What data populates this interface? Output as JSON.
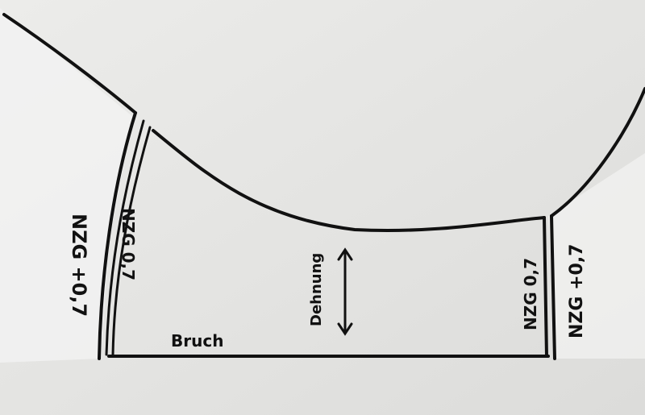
{
  "labels": {
    "left_outer": "NZG +0,7",
    "left_inner": "NZG 0,7",
    "right_inner": "NZG 0,7",
    "right_outer": "NZG +0,7",
    "fold": "Bruch",
    "stretch": "Dehnung"
  },
  "colors": {
    "paper": "#e6e6e4",
    "ink": "#111111",
    "tracing": "#f0f0ef"
  }
}
